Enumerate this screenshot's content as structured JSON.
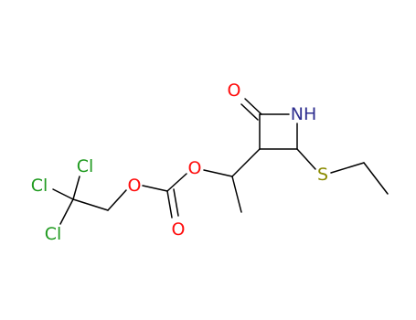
{
  "colors": {
    "bond": "#000000",
    "oxygen": "#ff0d0d",
    "nitrogen": "#2e2e8f",
    "sulfur": "#8b8b00",
    "chlorine": "#1f9a1f"
  },
  "atoms": {
    "o_carbonyl_ring": "O",
    "nh": "NH",
    "o_ester_left": "O",
    "o_ester_right": "O",
    "o_carbonate": "O",
    "s": "S",
    "cl_top": "Cl",
    "cl_left": "Cl",
    "cl_bottom": "Cl"
  }
}
